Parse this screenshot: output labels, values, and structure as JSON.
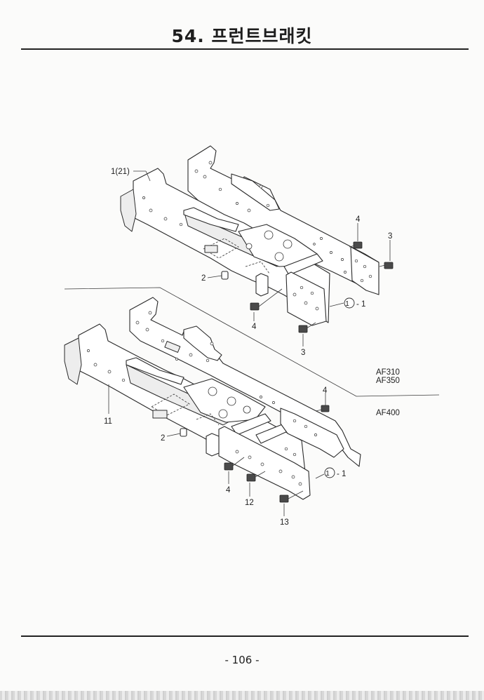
{
  "header": {
    "title": "54. 프런트브래킷"
  },
  "diagram": {
    "upper_assembly": {
      "labels": {
        "main_frame": "1(21)",
        "pin": "2",
        "bolt_top": "4",
        "bolt_right": "3",
        "bolt_mid": "4",
        "bolt_bottom": "3",
        "ref_circle": "1",
        "ref_suffix": "- 1"
      }
    },
    "model_notes": {
      "upper_models": [
        "AF310",
        "AF350"
      ],
      "lower_model": "AF400"
    },
    "lower_assembly": {
      "labels": {
        "main_frame": "11",
        "pin": "2",
        "bolt_right": "4",
        "bolt_a": "4",
        "bolt_b": "12",
        "bolt_c": "13",
        "ref_circle": "1",
        "ref_suffix": "- 1"
      }
    }
  },
  "footer": {
    "page_number": "- 106 -"
  }
}
